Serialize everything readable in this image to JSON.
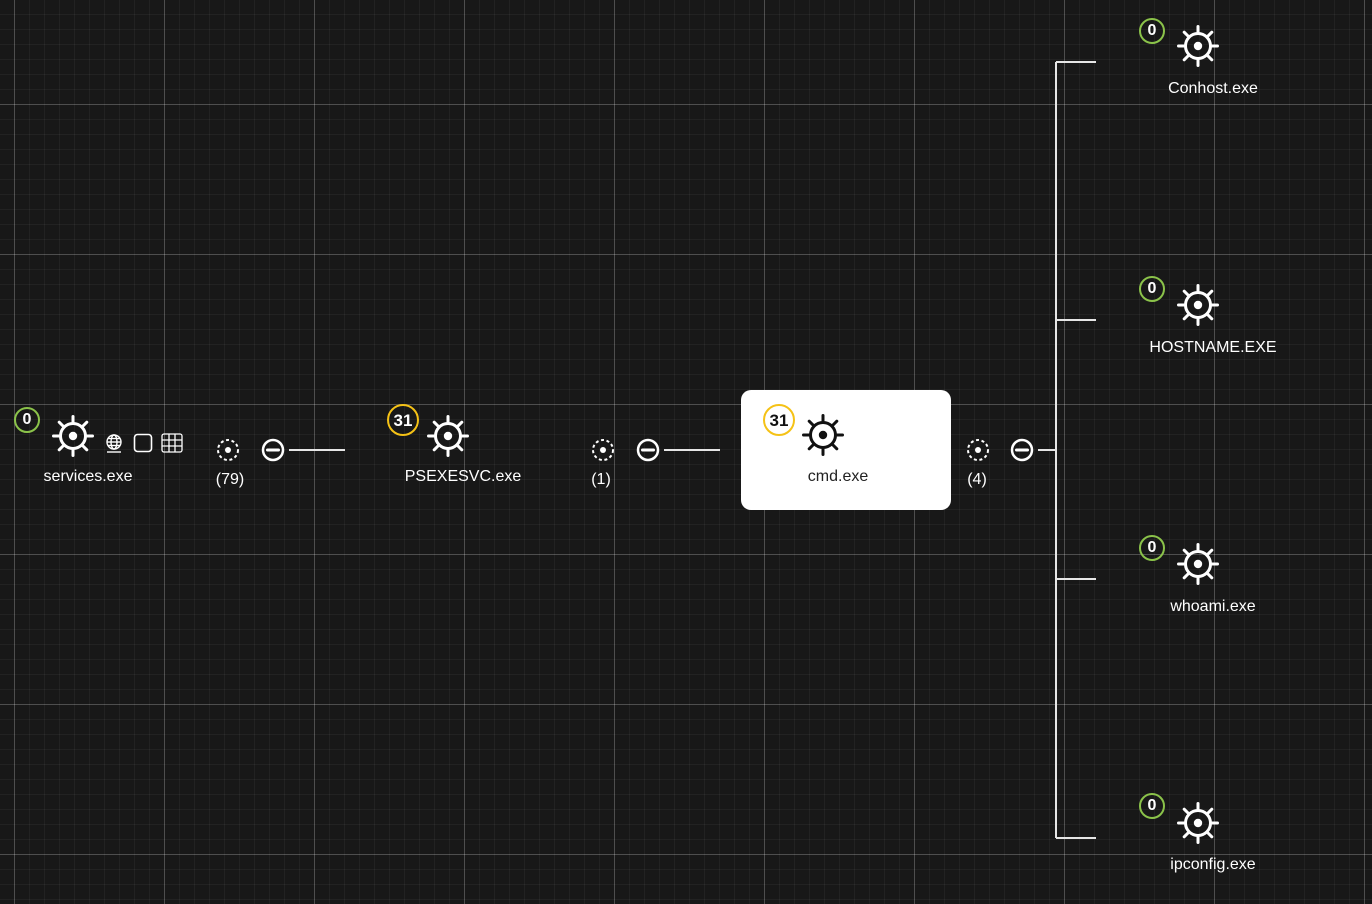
{
  "nodes": [
    {
      "id": "services",
      "name": "services.exe",
      "badge": "0",
      "badge_status": "ok"
    },
    {
      "id": "psexesvc",
      "name": "PSEXESVC.exe",
      "badge": "31",
      "badge_status": "warn"
    },
    {
      "id": "cmd",
      "name": "cmd.exe",
      "badge": "31",
      "badge_status": "warn",
      "selected": true
    },
    {
      "id": "conhost",
      "name": "Conhost.exe",
      "badge": "0",
      "badge_status": "ok"
    },
    {
      "id": "hostname",
      "name": "HOSTNAME.EXE",
      "badge": "0",
      "badge_status": "ok"
    },
    {
      "id": "whoami",
      "name": "whoami.exe",
      "badge": "0",
      "badge_status": "ok"
    },
    {
      "id": "ipconfig",
      "name": "ipconfig.exe",
      "badge": "0",
      "badge_status": "ok"
    }
  ],
  "edges": [
    {
      "from": "services",
      "to": "psexesvc",
      "child_count": "(79)"
    },
    {
      "from": "psexesvc",
      "to": "cmd",
      "child_count": "(1)"
    },
    {
      "from": "cmd",
      "to": [
        "conhost",
        "hostname",
        "whoami",
        "ipconfig"
      ],
      "child_count": "(4)"
    }
  ],
  "services_indicators": [
    "globe-icon",
    "file-icon",
    "table-icon"
  ],
  "colors": {
    "background": "#181818",
    "badge_ok": "#8bc34a",
    "badge_warn": "#f5c216",
    "selected_card": "#ffffff"
  }
}
